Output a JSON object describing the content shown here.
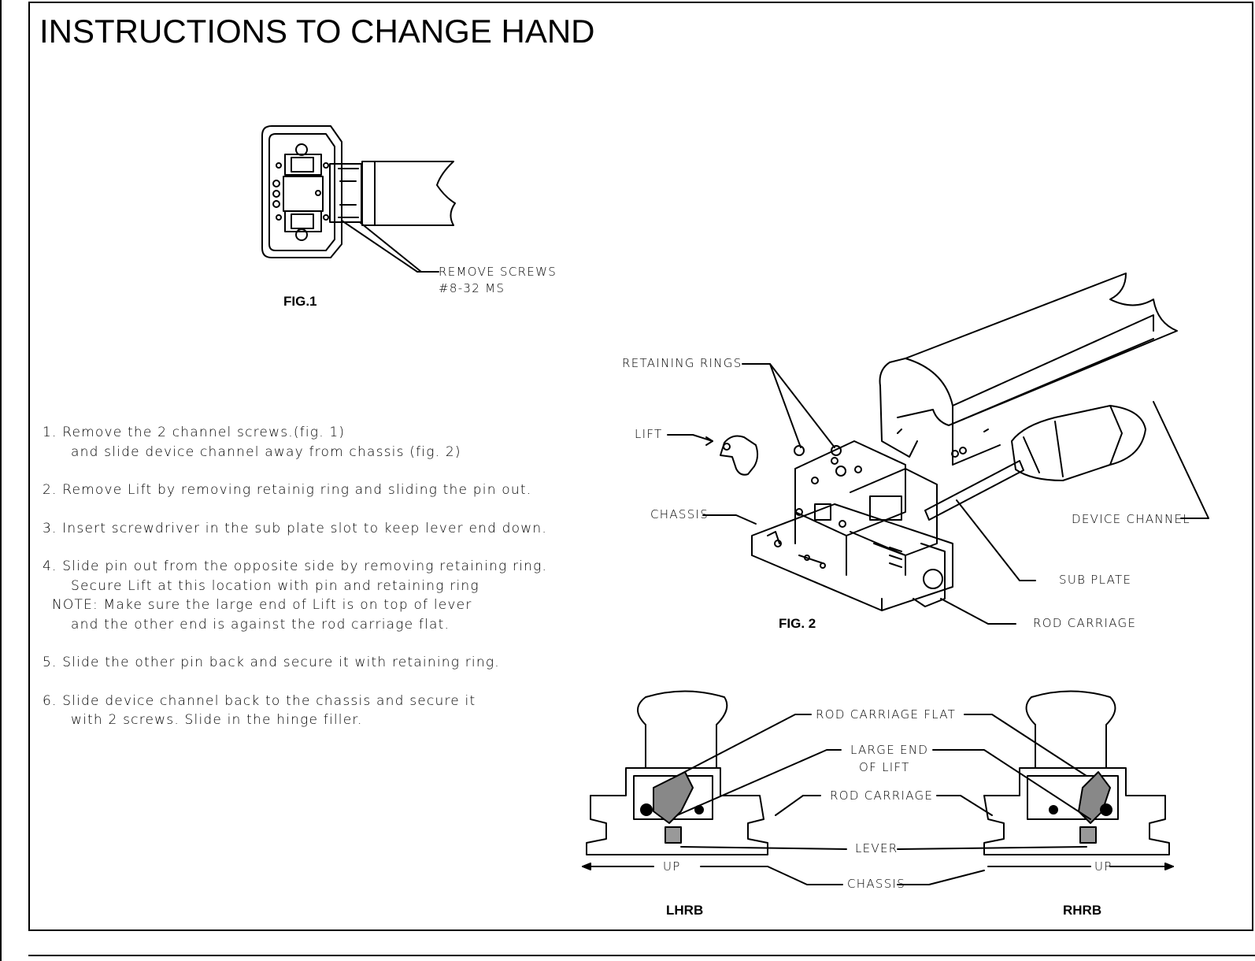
{
  "title": "INSTRUCTIONS TO CHANGE HAND",
  "figures": {
    "fig1": {
      "caption": "FIG.1",
      "callout_line1": "REMOVE SCREWS",
      "callout_line2": "#8-32 MS"
    },
    "fig2": {
      "caption": "FIG. 2",
      "labels": {
        "retaining_rings": "RETAINING RINGS",
        "lift": "LIFT",
        "chassis": "CHASSIS",
        "device_channel": "DEVICE CHANNEL",
        "sub_plate": "SUB PLATE",
        "rod_carriage": "ROD CARRIAGE"
      }
    },
    "fig3": {
      "labels": {
        "rod_carriage_flat": "ROD CARRIAGE FLAT",
        "large_end_1": "LARGE END",
        "large_end_2": "OF LIFT",
        "rod_carriage": "ROD CARRIAGE",
        "lever": "LEVER",
        "chassis": "CHASSIS",
        "up_left": "UP",
        "up_right": "UP"
      },
      "captions": {
        "left": "LHRB",
        "right": "RHRB"
      }
    }
  },
  "steps": [
    {
      "lines": [
        "1. Remove the 2 channel screws.(fig. 1)",
        "and slide device channel away from chassis (fig. 2)"
      ]
    },
    {
      "lines": [
        "2. Remove Lift by removing retainig ring and sliding the pin out."
      ]
    },
    {
      "lines": [
        "3. Insert screwdriver in the sub plate slot to keep lever end down."
      ]
    },
    {
      "lines": [
        "4. Slide pin out from the opposite side by removing retaining ring.",
        "Secure Lift at this location with pin and retaining ring"
      ],
      "note": [
        "NOTE: Make sure the large end of Lift is on top of lever",
        "and the other end is against the rod carriage flat."
      ]
    },
    {
      "lines": [
        "5. Slide the other pin back and secure it with retaining ring."
      ]
    },
    {
      "lines": [
        "6. Slide device channel back to the chassis and secure it",
        "with 2 screws. Slide in the hinge filler."
      ]
    }
  ]
}
